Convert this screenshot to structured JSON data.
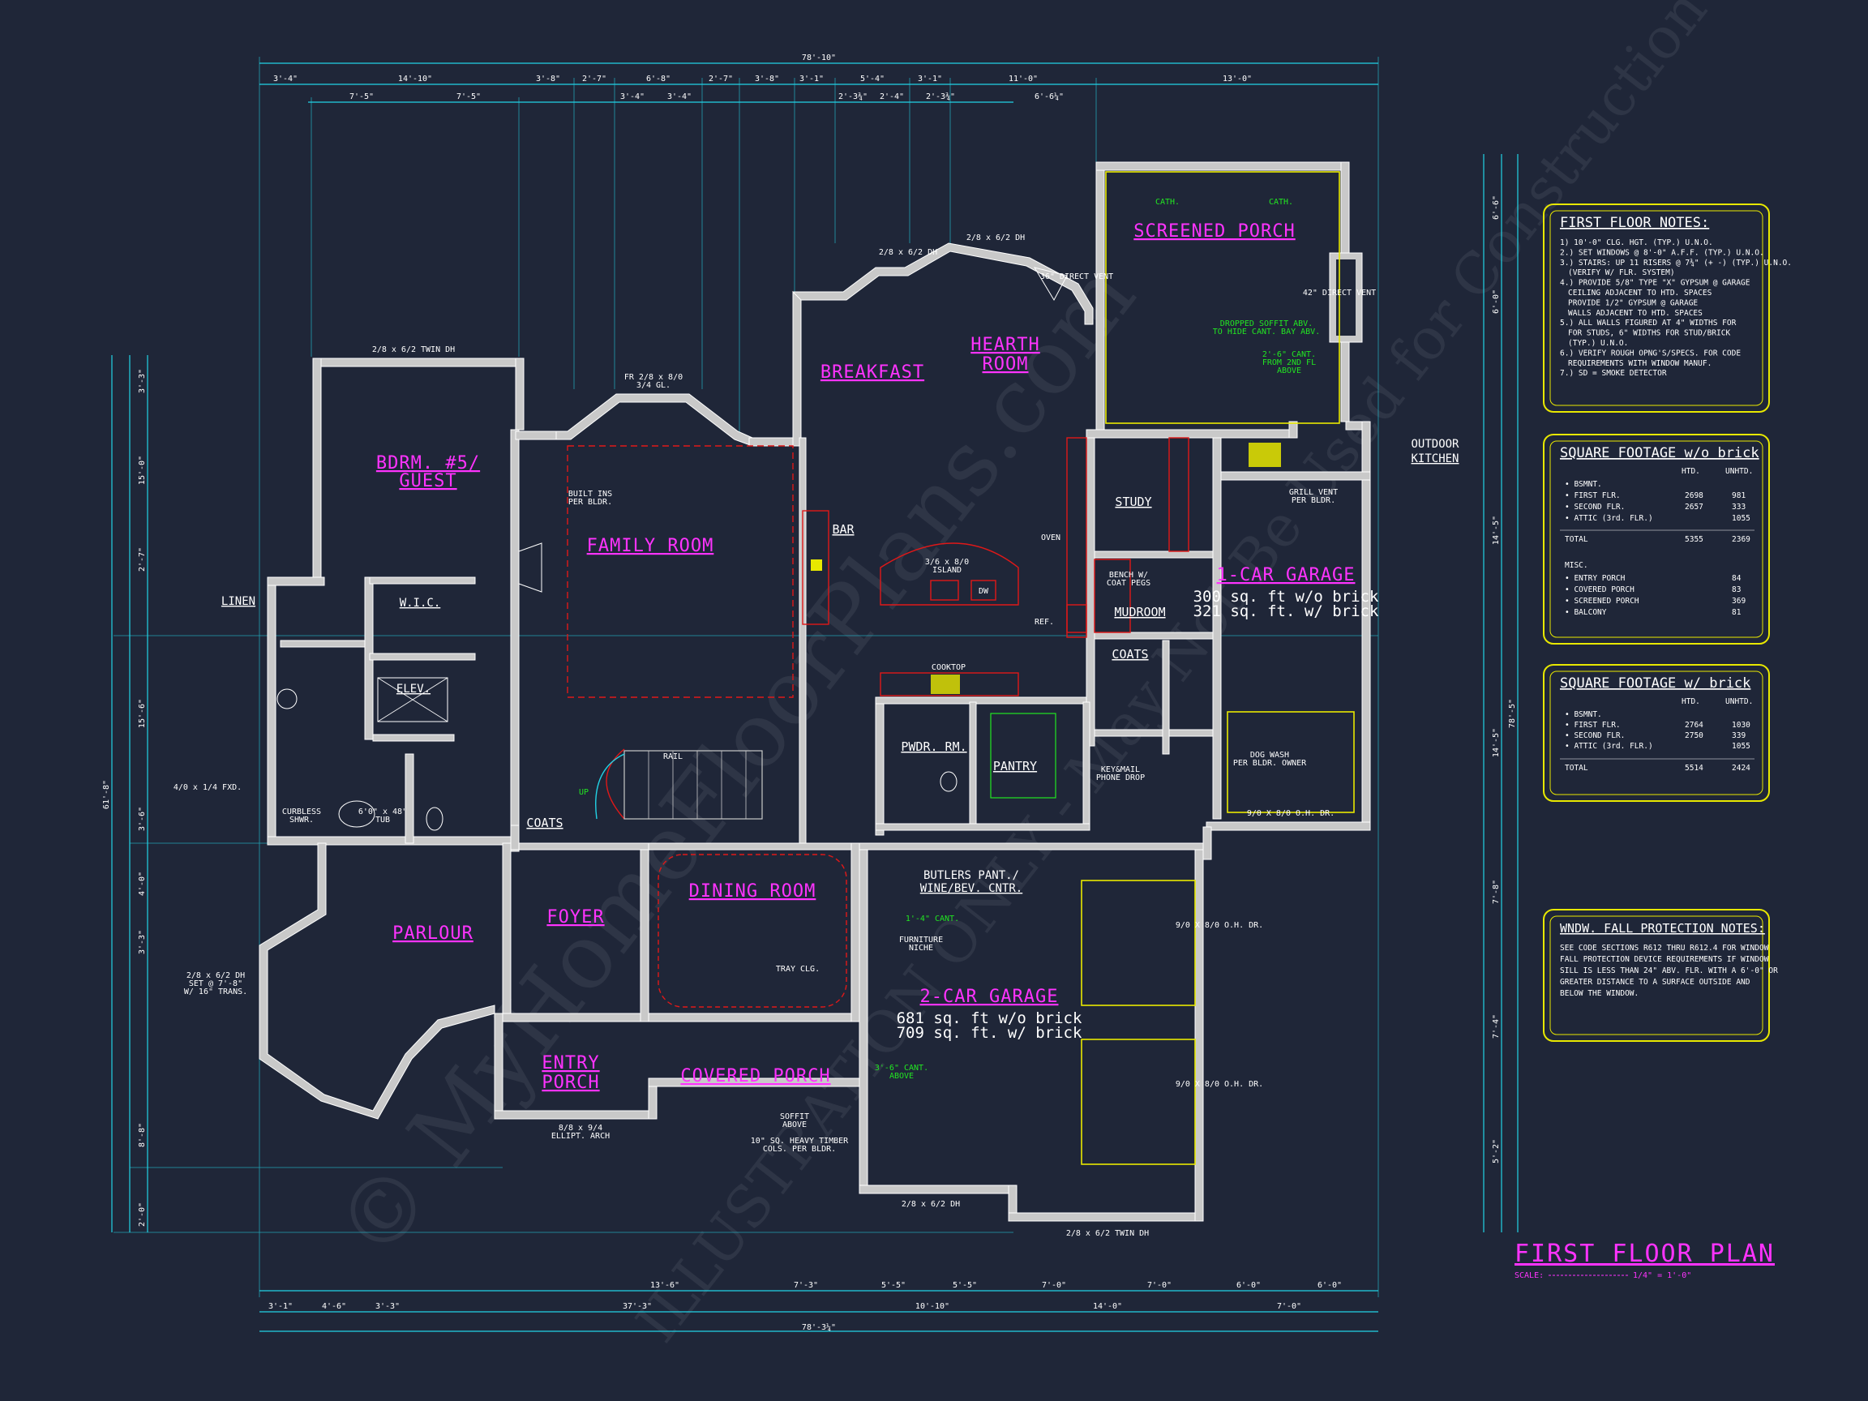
{
  "overall_dims": {
    "top_total": "78'-10\"",
    "bottom_total": "78'-3¼\"",
    "right_total": "78'-5\"",
    "left_total": "61'-8\""
  },
  "top_dims_row1": [
    "3'-4\"",
    "14'-10\"",
    "3'-8\"",
    "2'-7\"",
    "6'-8\"",
    "2'-7\"",
    "3'-8\"",
    "3'-1\"",
    "5'-4\"",
    "3'-1\"",
    "11'-0\"",
    "13'-0\""
  ],
  "top_dims_row2": [
    "7'-5\"",
    "7'-5\"",
    "3'-4\"",
    "3'-4\"",
    "2'-3¾\"",
    "2'-4\"",
    "2'-3¾\"",
    "6'-6¼\""
  ],
  "bottom_dims_row1": [
    "13'-6\"",
    "7'-3\"",
    "5'-5\"",
    "5'-5\"",
    "7'-0\"",
    "7'-0\"",
    "6'-0\"",
    "6'-0\""
  ],
  "bottom_dims_row2": [
    "3'-1\"",
    "4'-6\"",
    "3'-3\"",
    "37'-3\"",
    "10'-10\"",
    "14'-0\"",
    "7'-0\""
  ],
  "left_dims": [
    "3'-3\"",
    "15'-0\"",
    "2'-7\"",
    "15'-6\"",
    "3'-6\"",
    "4'-0\"",
    "3'-3\"",
    "8'-8\"",
    "2'-0\""
  ],
  "right_dims": [
    "6'-6\"",
    "6'-0\"",
    "14'-5\"",
    "14'-5\"",
    "7'-8\"",
    "7'-4\"",
    "5'-2\""
  ],
  "rooms": {
    "bdrm": "BDRM. #5/",
    "bdrm2": "GUEST",
    "family": "FAMILY ROOM",
    "breakfast": "BREAKFAST",
    "hearth": "HEARTH",
    "hearth2": "ROOM",
    "screened": "SCREENED PORCH",
    "garage1": "1-CAR GARAGE",
    "garage1_a": "300 sq. ft w/o brick",
    "garage1_b": "321 sq. ft. w/ brick",
    "garage2": "2-CAR GARAGE",
    "garage2_a": "681 sq. ft w/o brick",
    "garage2_b": "709 sq. ft. w/ brick",
    "parlour": "PARLOUR",
    "foyer": "FOYER",
    "dining": "DINING ROOM",
    "entry": "ENTRY",
    "entry2": "PORCH",
    "covered": "COVERED PORCH",
    "study": "STUDY",
    "mudroom": "MUDROOM",
    "coats": "COATS",
    "coats2": "COATS",
    "pantry": "PANTRY",
    "pwdr": "PWDR. RM.",
    "bar": "BAR",
    "wic": "W.I.C.",
    "elev": "ELEV.",
    "linen": "LINEN",
    "outdoor": "OUTDOOR",
    "outdoor2": "KITCHEN"
  },
  "labels": {
    "twin_dh_top": "2/8 x 6/2 TWIN DH",
    "twin_dh_bottom": "2/8 x 6/2 TWIN DH",
    "dh_a": "2/8 x 6/2 DH",
    "dh_b": "2/8 x 6/2 DH",
    "dh_c": "2/8 x 6/2 DH",
    "fr_door": "FR 2/8 x 8/0",
    "fr_door2": "3/4 GL.",
    "island": "3/6 x 8/0",
    "island2": "ISLAND",
    "dw": "DW",
    "cooktop": "COOKTOP",
    "oven": "OVEN",
    "ref": "REF.",
    "cath1": "CATH.",
    "cath2": "CATH.",
    "dropped": "DROPPED SOFFIT ABV.",
    "dropped2": "TO HIDE CANT. BAY ABV.",
    "cant": "2'-6\" CANT.",
    "cant2": "FROM 2ND FL",
    "cant3": "ABOVE",
    "grill": "GRILL VENT",
    "grill2": "PER BLDR.",
    "direct_vent": "36\" DIRECT VENT",
    "direct_vent2": "42\" DIRECT VENT",
    "bench": "BENCH W/",
    "bench2": "COAT PEGS",
    "keymail": "KEY&MAIL",
    "keymail2": "PHONE DROP",
    "dogwash": "DOG WASH",
    "dogwash2": "PER BLDR. OWNER",
    "oh_door1": "9/0 X 8/0 O.H. DR.",
    "oh_door2": "9/0 X 8/0 O.H. DR.",
    "oh_door3": "9/0 X 8/0 O.H. DR.",
    "butlers": "BUTLERS PANT./",
    "butlers2": "WINE/BEV. CNTR.",
    "furniture": "FURNITURE",
    "furniture2": "NICHE",
    "tray": "TRAY CLG.",
    "ellipt": "8/8 x 9/4",
    "ellipt2": "ELLIPT. ARCH",
    "soffit": "SOFFIT",
    "soffit2": "ABOVE",
    "timber": "10\" SQ. HEAVY TIMBER",
    "timber2": "COLS. PER BLDR.",
    "curbless": "CURBLESS",
    "curbless2": "SHWR.",
    "tub": "6'0\" x 48\"",
    "tub2": "TUB",
    "fxd": "4/0 x 1/4 FXD.",
    "rail": "RAIL",
    "up": "UP",
    "built_ins": "BUILT INS",
    "built_ins2": "PER BLDR.",
    "trans1": "2/8 x 6/2 DH",
    "trans1b": "SET @ 7'-8\"",
    "trans1c": "W/ 16\" TRANS.",
    "cant_garage": "1'-4\" CANT.",
    "cant_garage2": "3'-6\" CANT.",
    "cant_garage3": "ABOVE"
  },
  "notes": {
    "title": "FIRST FLOOR NOTES:",
    "lines": [
      "1) 10'-0\" CLG. HGT. (TYP.) U.N.O.",
      "2.) SET WINDOWS @ 8'-0\" A.F.F. (TYP.) U.N.O.",
      "3.) STAIRS: UP 11 RISERS @ 7¾\" (+ -) (TYP.) U.N.O.",
      "(VERIFY W/ FLR. SYSTEM)",
      "4.) PROVIDE 5/8\" TYPE \"X\" GYPSUM @ GARAGE",
      "CEILING ADJACENT TO HTD. SPACES",
      "PROVIDE 1/2\" GYPSUM @ GARAGE",
      "WALLS ADJACENT TO HTD. SPACES",
      "5.) ALL WALLS FIGURED AT 4\" WIDTHS FOR",
      "FOR STUDS, 6\" WIDTHS FOR STUD/BRICK",
      "(TYP.) U.N.O.",
      "6.) VERIFY ROUGH OPNG'S/SPECS. FOR CODE",
      "REQUIREMENTS WITH WINDOW MANUF.",
      "7.) SD = SMOKE DETECTOR"
    ]
  },
  "sqft_nobrick": {
    "title": "SQUARE FOOTAGE w/o brick",
    "col_htd": "HTD.",
    "col_unhtd": "UNHTD.",
    "rows": [
      {
        "label": "BSMNT.",
        "htd": "",
        "unhtd": ""
      },
      {
        "label": "FIRST FLR.",
        "htd": "2698",
        "unhtd": "981"
      },
      {
        "label": "SECOND FLR.",
        "htd": "2657",
        "unhtd": "333"
      },
      {
        "label": "ATTIC (3rd. FLR.)",
        "htd": "",
        "unhtd": "1055"
      }
    ],
    "total_label": "TOTAL",
    "total_htd": "5355",
    "total_unhtd": "2369",
    "misc_label": "MISC.",
    "misc": [
      {
        "label": "ENTRY PORCH",
        "val": "84"
      },
      {
        "label": "COVERED PORCH",
        "val": "83"
      },
      {
        "label": "SCREENED PORCH",
        "val": "369"
      },
      {
        "label": "BALCONY",
        "val": "81"
      }
    ]
  },
  "sqft_brick": {
    "title": "SQUARE FOOTAGE w/ brick",
    "col_htd": "HTD.",
    "col_unhtd": "UNHTD.",
    "rows": [
      {
        "label": "BSMNT.",
        "htd": "",
        "unhtd": ""
      },
      {
        "label": "FIRST FLR.",
        "htd": "2764",
        "unhtd": "1030"
      },
      {
        "label": "SECOND FLR.",
        "htd": "2750",
        "unhtd": "339"
      },
      {
        "label": "ATTIC (3rd. FLR.)",
        "htd": "",
        "unhtd": "1055"
      }
    ],
    "total_label": "TOTAL",
    "total_htd": "5514",
    "total_unhtd": "2424"
  },
  "fall_notes": {
    "title": "WNDW. FALL PROTECTION NOTES:",
    "lines": [
      "SEE CODE SECTIONS R612 THRU R612.4 FOR WINDOW",
      "FALL PROTECTION DEVICE REQUIREMENTS IF WINDOW",
      "SILL IS LESS THAN 24\" ABV. FLR. WITH A 6'-0\" OR",
      "GREATER DISTANCE TO A SURFACE OUTSIDE AND",
      "BELOW THE WINDOW."
    ]
  },
  "plan_title": "FIRST FLOOR PLAN",
  "scale_label": "SCALE:",
  "scale_value": "1/4\" = 1'-0\"",
  "watermark": "© MyHomeFloorPlans.com",
  "watermark2": "ILLUSTRATION ONLY - May Not Be Used for Construction",
  "colors": {
    "background": "#1f2638",
    "dimension": "#22d3e6",
    "room_label": "#ff33ff",
    "wall": "#c9c9c9",
    "note_box": "#e8e800",
    "accent_red": "#e01818",
    "accent_green": "#22e622"
  }
}
